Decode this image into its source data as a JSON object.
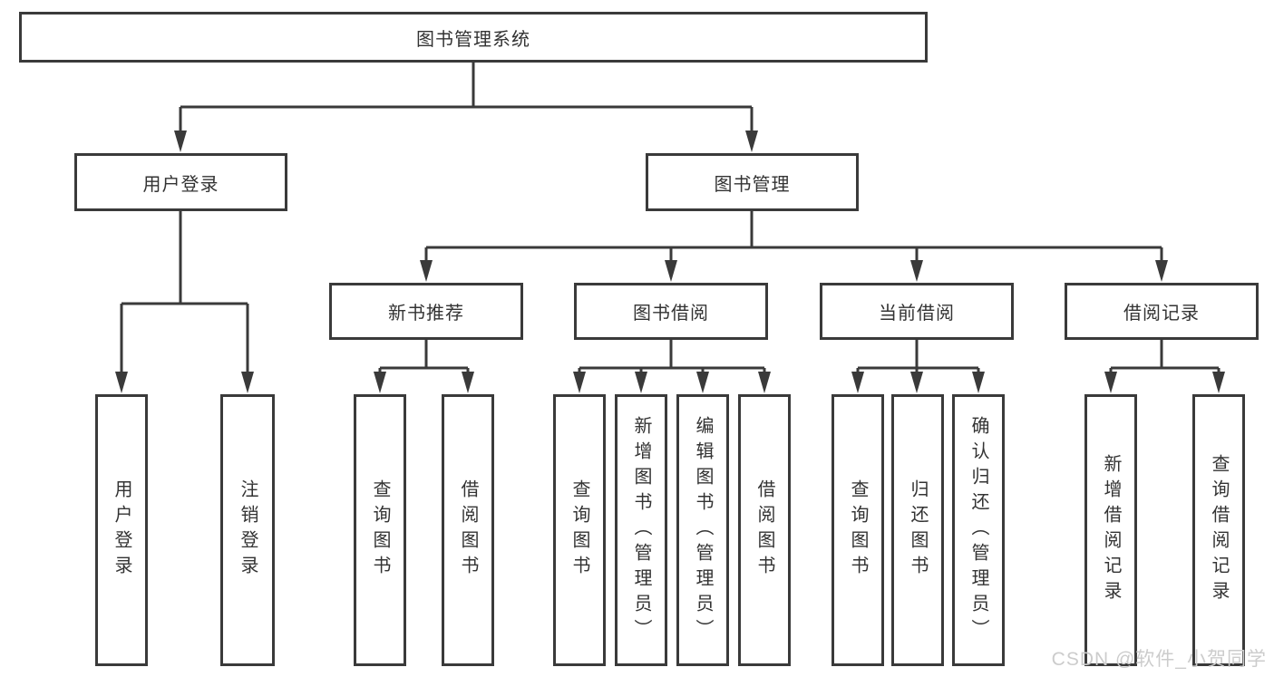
{
  "colors": {
    "line": "#3a3a3a",
    "text": "#333333",
    "box_background": "#ffffff",
    "watermark_text_color": "#cccccc",
    "background": "#ffffff"
  },
  "watermark": "CSDN @软件_小贺同学",
  "tree": {
    "root": "图书管理系统",
    "branches": [
      {
        "label": "用户登录",
        "children": [
          "用户登录",
          "注销登录"
        ]
      },
      {
        "label": "图书管理",
        "groups": [
          {
            "label": "新书推荐",
            "children": [
              "查询图书",
              "借阅图书"
            ]
          },
          {
            "label": "图书借阅",
            "children": [
              "查询图书",
              "新增图书（管理员）",
              "编辑图书（管理员）",
              "借阅图书"
            ]
          },
          {
            "label": "当前借阅",
            "children": [
              "查询图书",
              "归还图书",
              "确认归还（管理员）"
            ]
          },
          {
            "label": "借阅记录",
            "children": [
              "新增借阅记录",
              "查询借阅记录"
            ]
          }
        ]
      }
    ]
  }
}
